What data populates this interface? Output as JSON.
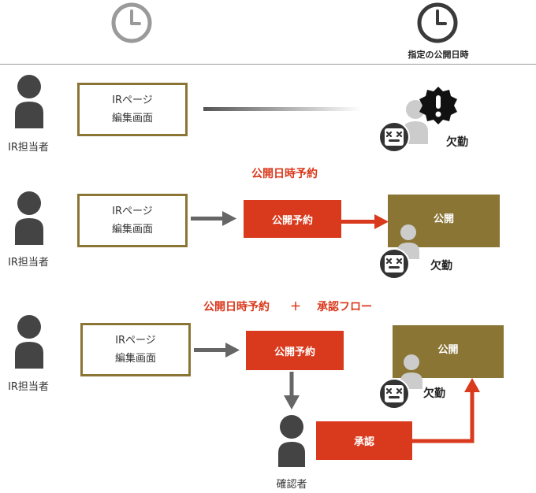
{
  "header": {
    "scheduled_time_label": "指定の公開日時",
    "clock_left_icon": "clock-icon-gray",
    "clock_right_icon": "clock-icon-dark"
  },
  "rows": [
    {
      "actor": "IR担当者",
      "edit_line1": "IRページ",
      "edit_line2": "編集画面",
      "absent": "欠勤",
      "alert_icon": "exclamation-badge-icon"
    },
    {
      "title": "公開日時予約",
      "actor": "IR担当者",
      "edit_line1": "IRページ",
      "edit_line2": "編集画面",
      "reserve": "公開予約",
      "publish": "公開",
      "absent": "欠勤"
    },
    {
      "title_part1": "公開日時予約",
      "title_plus": "＋",
      "title_part2": "承認フロー",
      "actor": "IR担当者",
      "edit_line1": "IRページ",
      "edit_line2": "編集画面",
      "reserve": "公開予約",
      "publish": "公開",
      "absent": "欠勤",
      "approve": "承認",
      "approver": "確認者"
    }
  ],
  "colors": {
    "accent_red": "#d9391c",
    "olive": "#8a7535",
    "person_dark": "#444444",
    "person_light": "#cccccc",
    "arrow_gray": "#666666"
  }
}
